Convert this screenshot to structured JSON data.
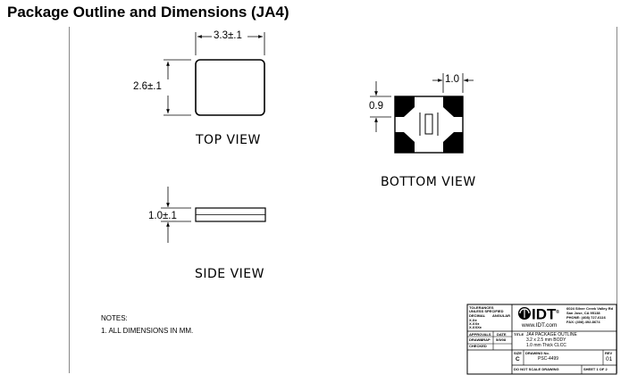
{
  "title": "Package Outline and Dimensions (JA4)",
  "top_view": {
    "label": "TOP VIEW",
    "dim_width": "3.3±.1",
    "dim_height": "2.6±.1"
  },
  "bottom_view": {
    "label": "BOTTOM VIEW",
    "dim_pad_width": "1.0",
    "dim_pad_height": "0.9"
  },
  "side_view": {
    "label": "SIDE VIEW",
    "dim_thickness": "1.0±.1"
  },
  "notes": {
    "heading": "NOTES:",
    "items": [
      "1. ALL DIMENSIONS IN MM."
    ]
  },
  "title_block": {
    "tolerances": "TOLERANCES",
    "unless": "UNLESS SPECIFIED",
    "decimal": "DECIMAL",
    "angular": "ANGULAR",
    "xx": "X.X±",
    "xxx": "X.XX±",
    "xxxx": "X.XXX±",
    "approvals": "APPROVALS",
    "date": "DATE",
    "drawn": "DRAWN",
    "drawn_by": "JRAP",
    "drawn_date": "5/5/08",
    "checked": "CHECKED",
    "logo": "IDT",
    "logo_tm": "®",
    "website": "www.IDT.com",
    "address_line1": "6024 Silver Creek Valley Rd",
    "address_line2": "San Jose, CA 95138",
    "phone": "PHONE: (408) 727-6116",
    "fax": "FAX: (408) 492-8674",
    "title_label": "TITLE",
    "title_line1": "JA4 PACKAGE OUTLINE",
    "title_line2": "3.2 x 2.5 mm BODY",
    "title_line3": "1.0  mm Thick CLCC",
    "size_label": "SIZE",
    "size_value": "C",
    "drawing_no_label": "DRAWING No.",
    "drawing_no": "PSC-4499",
    "rev_label": "REV",
    "rev_value": "01",
    "no_scale": "DO NOT SCALE DRAWING",
    "sheet": "SHEET 1 OF 2"
  }
}
